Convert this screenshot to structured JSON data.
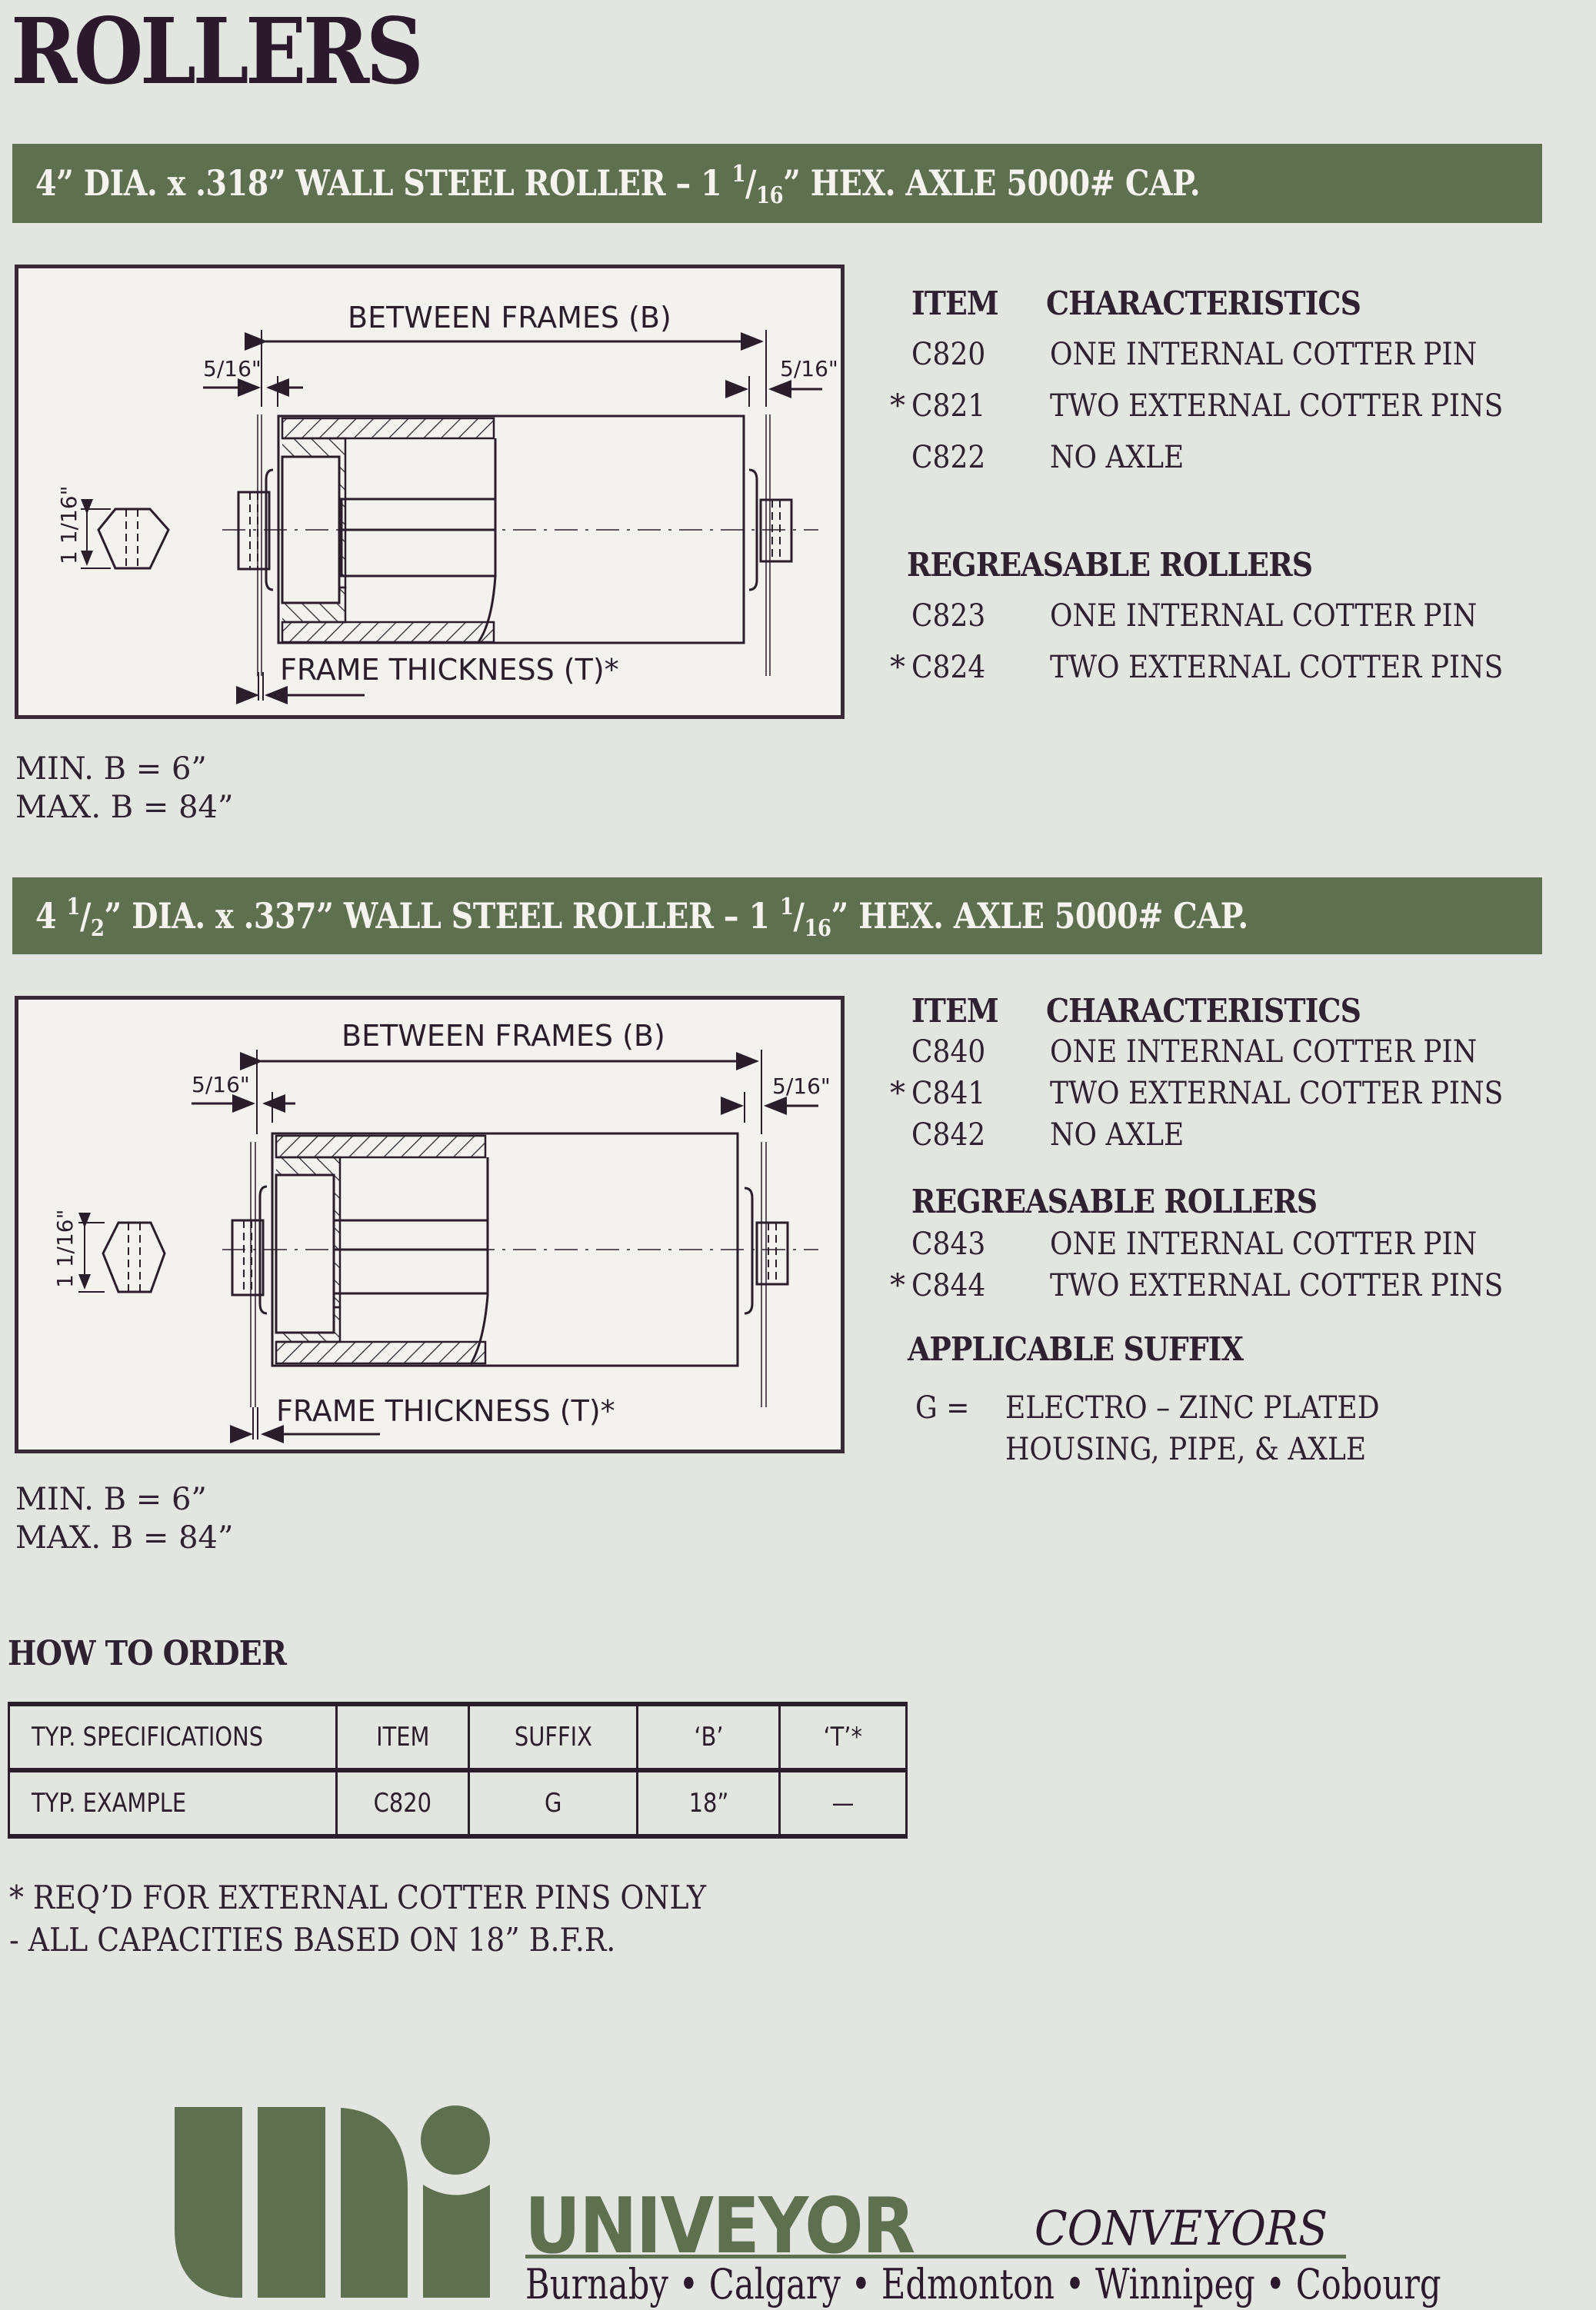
{
  "page": {
    "title": "ROLLERS"
  },
  "colors": {
    "banner_green": "#5e7050",
    "page_bg": "#e3e5e1",
    "ink": "#2f2230"
  },
  "sections": [
    {
      "banner": {
        "pre": "4”",
        "pre_sup": "",
        "pre_sub": "",
        "mid": " DIA. x .318” WALL STEEL ROLLER – 1 ",
        "frac_num": "1",
        "frac_den": "16",
        "post": "” HEX. AXLE 5000# CAP."
      },
      "drawing": {
        "between_frames": "BETWEEN FRAMES (B)",
        "left_clearance": "5/16\"",
        "right_clearance": "5/16\"",
        "hex_size": "1 1/16\"",
        "frame_thickness": "FRAME THICKNESS (T)*"
      },
      "min_b": "MIN. B = 6”",
      "max_b": "MAX. B = 84”",
      "table_header": {
        "item": "ITEM",
        "characteristics": "CHARACTERISTICS"
      },
      "items": [
        {
          "star": "",
          "code": "C820",
          "desc": "ONE INTERNAL COTTER PIN"
        },
        {
          "star": "*",
          "code": "C821",
          "desc": "TWO EXTERNAL COTTER PINS"
        },
        {
          "star": "",
          "code": "C822",
          "desc": "NO AXLE"
        }
      ],
      "regreasable_title": "REGREASABLE ROLLERS",
      "regreasable_items": [
        {
          "star": "",
          "code": "C823",
          "desc": "ONE INTERNAL COTTER PIN"
        },
        {
          "star": "*",
          "code": "C824",
          "desc": "TWO EXTERNAL COTTER PINS"
        }
      ]
    },
    {
      "banner": {
        "pre": "4 ",
        "pre_sup": "1",
        "pre_sub": "2",
        "mid": "” DIA. x .337” WALL STEEL ROLLER – 1 ",
        "frac_num": "1",
        "frac_den": "16",
        "post": "” HEX. AXLE 5000# CAP."
      },
      "drawing": {
        "between_frames": "BETWEEN FRAMES (B)",
        "left_clearance": "5/16\"",
        "right_clearance": "5/16\"",
        "hex_size": "1 1/16\"",
        "frame_thickness": "FRAME THICKNESS (T)*"
      },
      "min_b": "MIN. B = 6”",
      "max_b": "MAX. B = 84”",
      "table_header": {
        "item": "ITEM",
        "characteristics": "CHARACTERISTICS"
      },
      "items": [
        {
          "star": "",
          "code": "C840",
          "desc": "ONE INTERNAL COTTER PIN"
        },
        {
          "star": "*",
          "code": "C841",
          "desc": "TWO EXTERNAL COTTER PINS"
        },
        {
          "star": "",
          "code": "C842",
          "desc": "NO AXLE"
        }
      ],
      "regreasable_title": "REGREASABLE ROLLERS",
      "regreasable_items": [
        {
          "star": "",
          "code": "C843",
          "desc": "ONE INTERNAL COTTER PIN"
        },
        {
          "star": "*",
          "code": "C844",
          "desc": "TWO EXTERNAL COTTER PINS"
        }
      ],
      "suffix_title": "APPLICABLE SUFFIX",
      "suffix": {
        "code": "G =",
        "line1": "ELECTRO – ZINC PLATED",
        "line2": "HOUSING, PIPE, & AXLE"
      }
    }
  ],
  "how_to_order": {
    "title": "HOW TO ORDER",
    "headers": [
      "TYP. SPECIFICATIONS",
      "ITEM",
      "SUFFIX",
      "‘B’",
      "‘T’*"
    ],
    "example": [
      "TYP. EXAMPLE",
      "C820",
      "G",
      "18”",
      "—"
    ]
  },
  "notes": [
    "* REQ’D FOR EXTERNAL COTTER PINS ONLY",
    "- ALL CAPACITIES BASED ON 18” B.F.R."
  ],
  "footer": {
    "brand": "UNIVEYOR",
    "brand_sub": "CONVEYORS",
    "cities": "Burnaby • Calgary • Edmonton • Winnipeg • Cobourg"
  }
}
